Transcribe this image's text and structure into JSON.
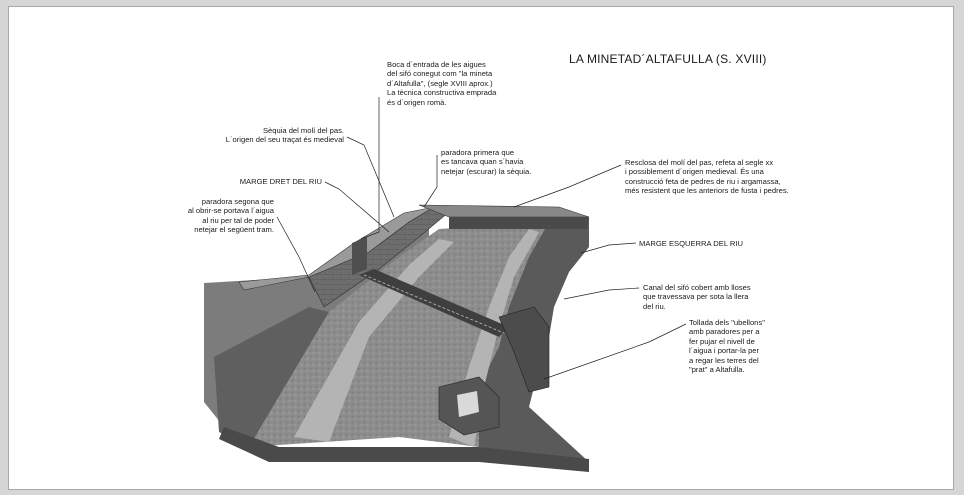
{
  "title": "LA MINETAD´ALTAFULLA (S. XVIII)",
  "labels": {
    "boca_entrada": "Boca d´entrada de les aigues\ndel sifó conegut com  \"la mineta\nd´Altafulla\", (segle XVIII aprox.)\nLa tècnica constructiva emprada\nés d´origen romà.",
    "sequia_moli": "Sèquia del molí del pas.\nL´origen del seu  traçat és medieval",
    "paradora_primera": "paradora primera que\nes tancava quan s´havia\nnetejar (escurar) la sèquia.",
    "resclosa": "Resclosa del molí del pas, refeta al segle xx\ni possiblement d´origen medieval. És una\nconstrucció feta de pedres de riu i argamassa,\nmés resistent que les anteriors de fusta i pedres.",
    "marge_dret": "MARGE DRET DEL RIU",
    "paradora_segona": "paradora segona que\nal obrir-se portava l´aigua\nal riu per tal de poder\nnetejar el següent tram.",
    "marge_esquerra": "MARGE ESQUERRA DEL RIU",
    "canal_sifo": "Canal del sifó cobert amb lloses\nque travessava per sota la llera\ndel riu.",
    "tollada": "Tollada dels \"ubellons\"\namb paradores per a\nfer pujar el nivell de\nl´aigua i portar-la per\na regar les terres del\n\"prat\" a Altafulla."
  }
}
